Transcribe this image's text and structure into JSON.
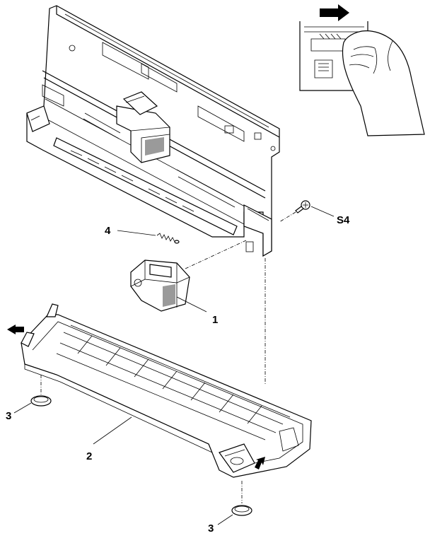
{
  "callouts": {
    "part_1": "1",
    "part_2": "2",
    "part_3_left": "3",
    "part_3_bottom": "3",
    "part_4": "4",
    "screw_s4": "S4"
  },
  "colors": {
    "line": "#000000",
    "background": "#ffffff",
    "shade": "#9a9a9a"
  },
  "icons": {
    "direction_arrows": "arrow-icon",
    "hand": "hand-icon"
  }
}
